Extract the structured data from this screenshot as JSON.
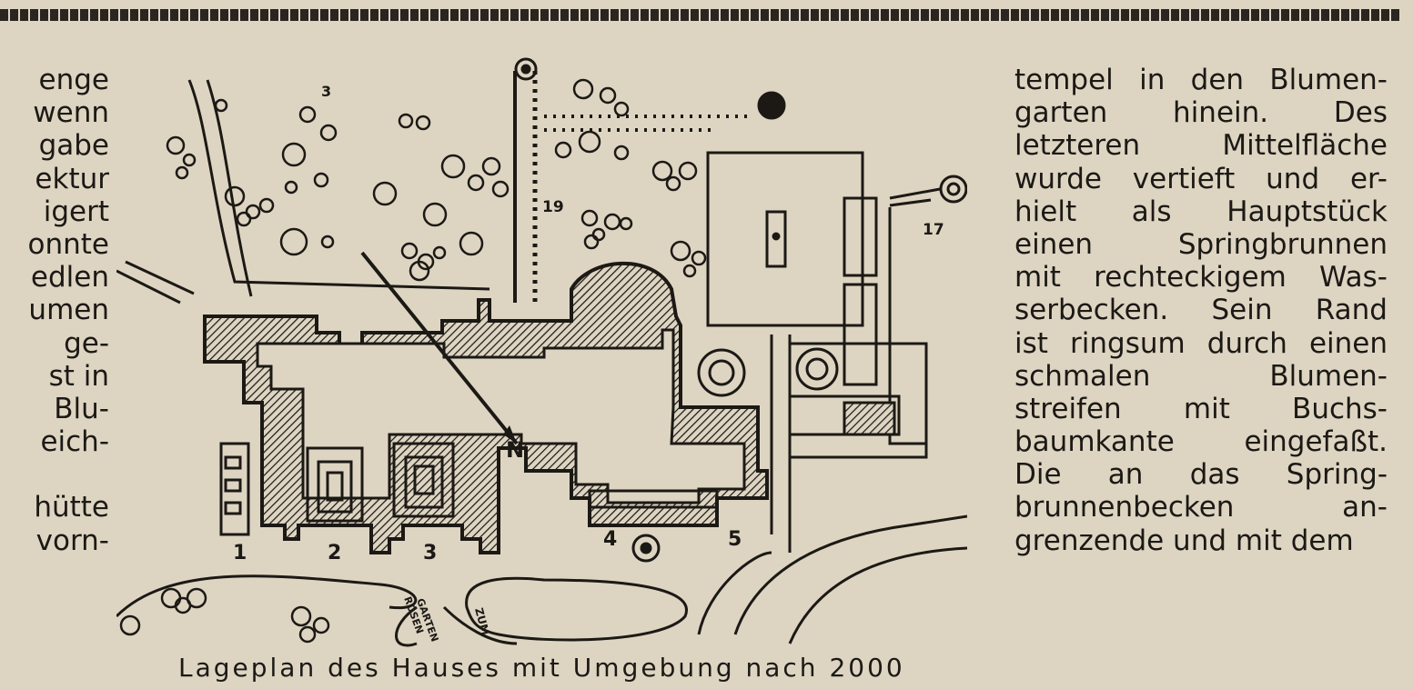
{
  "left_column_lines": [
    "enge",
    "wenn",
    "gabe",
    "ektur",
    "igert",
    "onnte",
    "edlen",
    "umen",
    "ge-",
    "st in",
    "Blu-",
    "eich-",
    "",
    "hütte",
    "vorn-"
  ],
  "right_column_lines": [
    "tempel in den Blumen-",
    "garten hinein. Des",
    "letzteren Mittelfläche",
    "wurde vertieft und er-",
    "hielt als Hauptstück",
    "einen Springbrunnen",
    "mit rechteckigem Was-",
    "serbecken. Sein Rand",
    "ist ringsum durch einen",
    "schmalen Blumen-",
    "streifen mit Buchs-",
    "baumkante eingefaßt.",
    "Die an das Spring-",
    "brunnenbecken an-",
    "grenzende und mit dem"
  ],
  "plan": {
    "numbers": [
      "1",
      "2",
      "3",
      "4",
      "5",
      "3",
      "19",
      "17"
    ],
    "north": "N",
    "rosen_label": [
      "ROSEN",
      "GARTEN"
    ],
    "zum_label": "ZUM"
  },
  "caption": "Lageplan des Hauses mit Umgebung nach 2000"
}
